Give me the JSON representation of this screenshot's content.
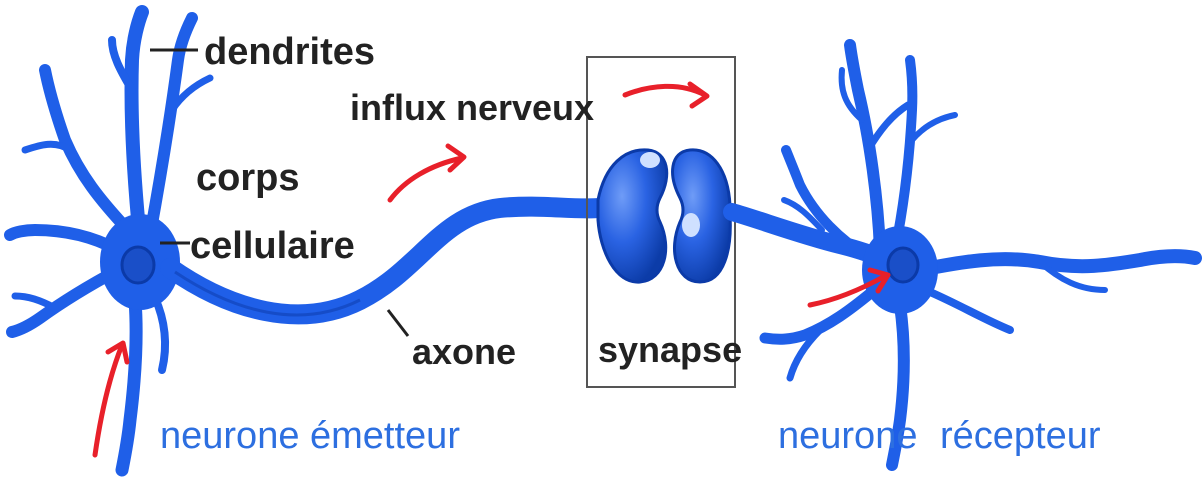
{
  "labels": {
    "dendrites": "dendrites",
    "influx": "influx nerveux",
    "corps_line1": "corps",
    "corps_line2": "cellulaire",
    "axone": "axone",
    "synapse": "synapse",
    "emitter": "neurone émetteur",
    "receiver_word1": "neurone",
    "receiver_word2": "récepteur"
  },
  "colors": {
    "neuron_fill": "#1f5fe8",
    "neuron_dark": "#0b3aa8",
    "neuron_light": "#4f86f2",
    "label_text": "#222222",
    "caption_blue": "#2d6fe0",
    "arrow_red": "#e8202a",
    "box_stroke": "#555555"
  }
}
